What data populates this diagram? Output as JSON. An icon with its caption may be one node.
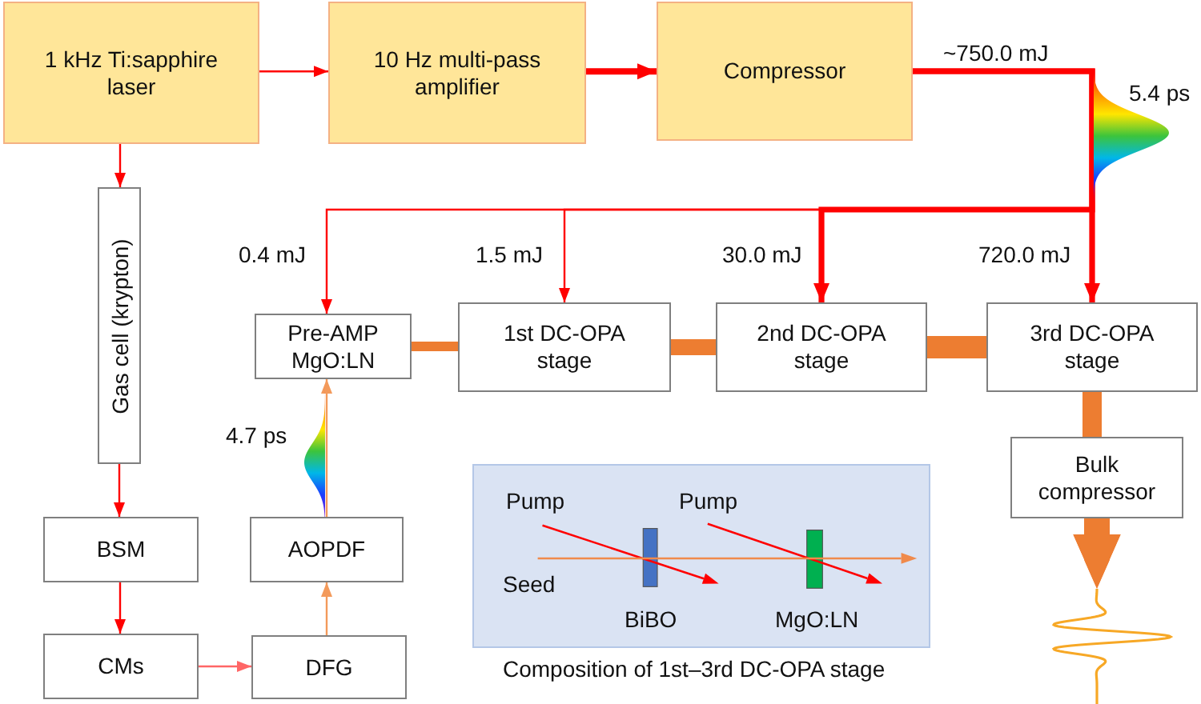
{
  "diagram": {
    "nodes": [
      {
        "text": [
          "1 kHz Ti:sapphire laser"
        ]
      },
      {
        "text": [
          "10 Hz multi-pass amplifier"
        ]
      },
      {
        "text": [
          "Compressor"
        ]
      },
      {
        "text": [
          "Gas cell (krypton)"
        ]
      },
      {
        "text": [
          "Pre-AMP MgO:LN"
        ]
      },
      {
        "text": [
          "1st DC-OPA stage"
        ]
      },
      {
        "text": [
          "2nd DC-OPA stage"
        ]
      },
      {
        "text": [
          "3rd DC-OPA stage"
        ]
      },
      {
        "text": [
          "Bulk compressor"
        ]
      },
      {
        "text": [
          "Pump",
          "Pump",
          "Seed",
          "BiBO",
          "MgO:LN"
        ],
        "beside": [
          "Composition of 1st–3rd DC-OPA stage"
        ]
      },
      {
        "text": [
          "BSM"
        ]
      },
      {
        "text": [
          "AOPDF"
        ]
      },
      {
        "text": [
          "CMs"
        ]
      },
      {
        "text": [
          "DFG"
        ]
      },
      {
        "text": [],
        "shape": "picture"
      }
    ],
    "edges": [
      {
        "from": 0,
        "to": 1,
        "arrow": "to"
      },
      {
        "from": 1,
        "to": 2,
        "arrow": "to",
        "style": "thick"
      },
      {
        "from": 0,
        "to": 3,
        "arrow": "to"
      },
      {
        "from": 2,
        "to": 4,
        "arrow": "to",
        "label": "0.4 mJ"
      },
      {
        "from": 2,
        "to": 5,
        "arrow": "to",
        "label": "1.5 mJ"
      },
      {
        "from": 2,
        "to": 6,
        "arrow": "to",
        "label": "30.0 mJ",
        "style": "thick"
      },
      {
        "from": 2,
        "to": 7,
        "arrow": "to",
        "label": "720.0 mJ",
        "style": "thick"
      },
      {
        "from": 4,
        "to": 5,
        "arrow": "none",
        "style": "thick",
        "color": "#ed7d31"
      },
      {
        "from": 5,
        "to": 6,
        "arrow": "none",
        "style": "thick",
        "color": "#ed7d31"
      },
      {
        "from": 6,
        "to": 7,
        "arrow": "none",
        "style": "thick",
        "color": "#ed7d31"
      },
      {
        "from": 7,
        "to": 8,
        "arrow": "none",
        "style": "thick",
        "color": "#ed7d31"
      },
      {
        "from": 8,
        "to": 14,
        "arrow": "to",
        "style": "thick",
        "color": "#ed7d31"
      },
      {
        "from": 3,
        "to": 10,
        "arrow": "to"
      },
      {
        "from": 10,
        "to": 12,
        "arrow": "to"
      },
      {
        "from": 12,
        "to": 13,
        "arrow": "to",
        "color": "#ff6666"
      },
      {
        "from": 13,
        "to": 11,
        "arrow": "to",
        "color": "#f39a5b"
      },
      {
        "from": 11,
        "to": 4,
        "arrow": "to",
        "color": "#f39a5b"
      }
    ],
    "labels": [
      "~750.0 mJ",
      "5.4 ps",
      "4.7 ps"
    ]
  }
}
